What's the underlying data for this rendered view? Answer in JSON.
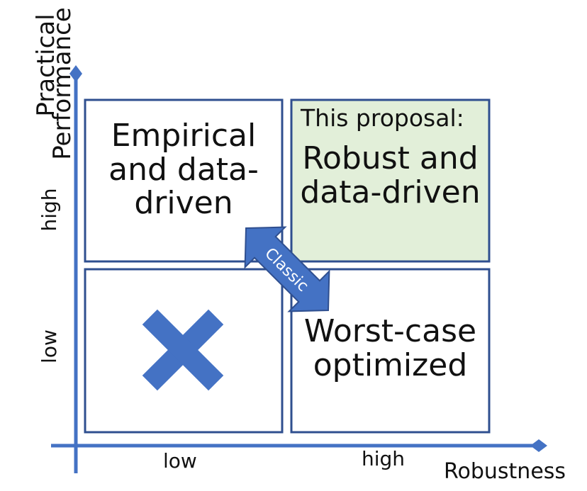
{
  "axes": {
    "y_title_line1": "Practical",
    "y_title_line2": "Performance",
    "y_tick_high": "high",
    "y_tick_low": "low",
    "x_title": "Robustness",
    "x_tick_low": "low",
    "x_tick_high": "high"
  },
  "quadrants": {
    "top_left": [
      "Empirical",
      "and data-",
      "driven"
    ],
    "top_right_heading": "This proposal:",
    "top_right": [
      "Robust and",
      "data-driven"
    ],
    "bottom_right": [
      "Worst-case",
      "optimized"
    ],
    "bottom_left_icon": "cross-icon"
  },
  "arrow_label": "Classic",
  "colors": {
    "axis": "#4472c4",
    "box_border": "#2f4f8f",
    "highlight_fill": "#e2efd9",
    "cross": "#4472c4",
    "arrow": "#4472c4"
  }
}
